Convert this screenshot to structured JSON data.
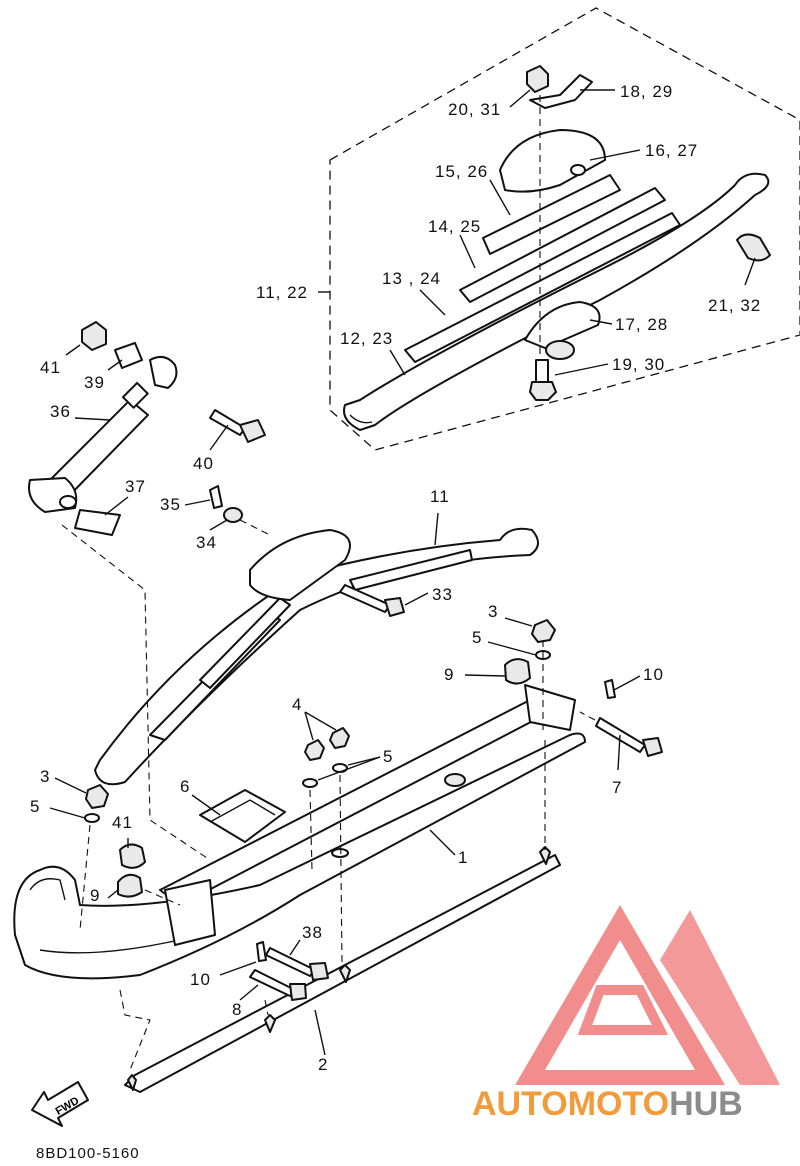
{
  "diagram": {
    "code": "8BD100-5160",
    "fwd_arrow": "FWD",
    "callouts": [
      {
        "id": "c18_29",
        "text": "18, 29"
      },
      {
        "id": "c20_31",
        "text": "20, 31"
      },
      {
        "id": "c16_27",
        "text": "16, 27"
      },
      {
        "id": "c15_26",
        "text": "15, 26"
      },
      {
        "id": "c14_25",
        "text": "14, 25"
      },
      {
        "id": "c13_24",
        "text": "13 , 24"
      },
      {
        "id": "c11_22",
        "text": "11, 22"
      },
      {
        "id": "c21_32",
        "text": "21, 32"
      },
      {
        "id": "c17_28",
        "text": "17, 28"
      },
      {
        "id": "c12_23",
        "text": "12, 23"
      },
      {
        "id": "c19_30",
        "text": "19, 30"
      },
      {
        "id": "c41a",
        "text": "41"
      },
      {
        "id": "c39",
        "text": "39"
      },
      {
        "id": "c36",
        "text": "36"
      },
      {
        "id": "c40",
        "text": "40"
      },
      {
        "id": "c37",
        "text": "37"
      },
      {
        "id": "c35",
        "text": "35"
      },
      {
        "id": "c34",
        "text": "34"
      },
      {
        "id": "c11",
        "text": "11"
      },
      {
        "id": "c33",
        "text": "33"
      },
      {
        "id": "c3a",
        "text": "3"
      },
      {
        "id": "c5a",
        "text": "5"
      },
      {
        "id": "c9a",
        "text": "9"
      },
      {
        "id": "c10a",
        "text": "10"
      },
      {
        "id": "c4",
        "text": "4"
      },
      {
        "id": "c5b",
        "text": "5"
      },
      {
        "id": "c3b",
        "text": "3"
      },
      {
        "id": "c5c",
        "text": "5"
      },
      {
        "id": "c6",
        "text": "6"
      },
      {
        "id": "c7",
        "text": "7"
      },
      {
        "id": "c1",
        "text": "1"
      },
      {
        "id": "c41b",
        "text": "41"
      },
      {
        "id": "c9b",
        "text": "9"
      },
      {
        "id": "c38",
        "text": "38"
      },
      {
        "id": "c10b",
        "text": "10"
      },
      {
        "id": "c8",
        "text": "8"
      },
      {
        "id": "c2",
        "text": "2"
      }
    ]
  },
  "watermark": {
    "part1": "AUTOMOTO",
    "part2": "HUB",
    "color_primary": "#f29b3a",
    "color_secondary": "#8c8c8c",
    "logo_color": "#f07a7a"
  }
}
